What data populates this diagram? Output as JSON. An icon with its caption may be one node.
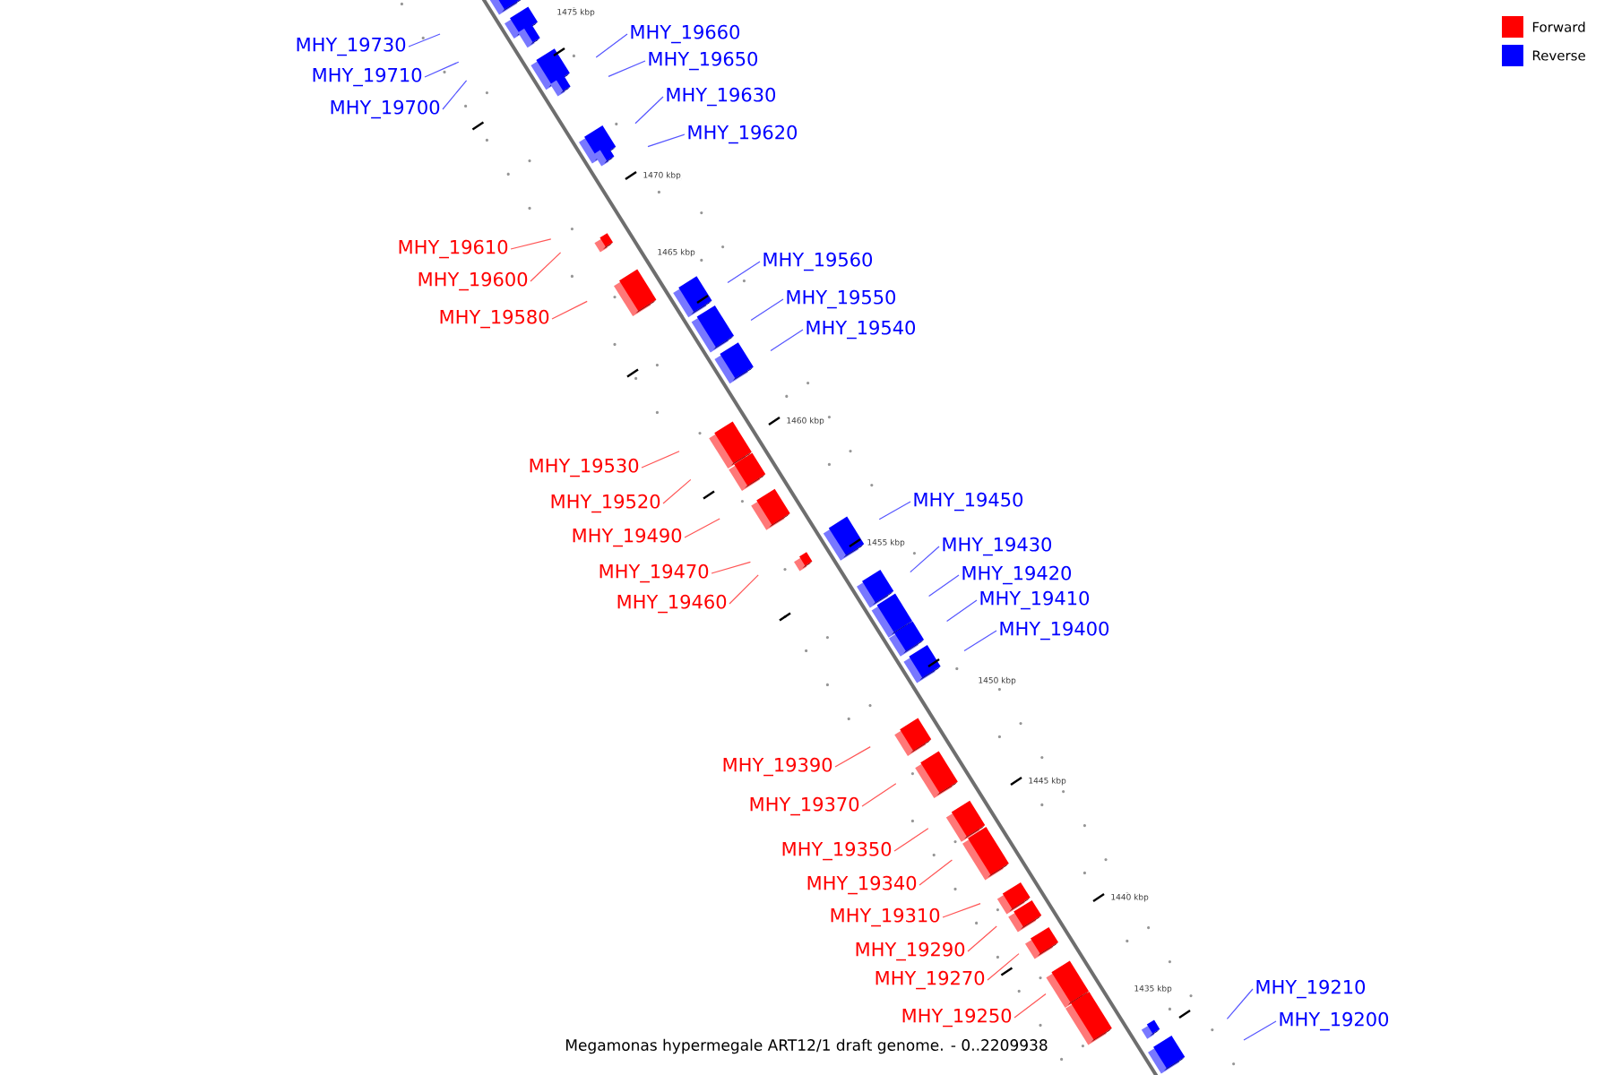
{
  "diagram": {
    "caption": "Megamonas hypermegale ART12/1 draft genome. - 0..2209938",
    "nodes": [
      {
        "text": [
          "MHY_19660"
        ]
      },
      {
        "text": [
          "MHY_19730"
        ]
      },
      {
        "text": [
          "MHY_19650"
        ]
      },
      {
        "text": [
          "MHY_19710"
        ]
      },
      {
        "text": [
          "MHY_19630"
        ]
      },
      {
        "text": [
          "MHY_19700"
        ]
      },
      {
        "text": [
          "MHY_19620"
        ]
      },
      {
        "text": [
          "MHY_19610"
        ]
      },
      {
        "text": [
          "MHY_19560"
        ]
      },
      {
        "text": [
          "MHY_19600"
        ]
      },
      {
        "text": [
          "MHY_19550"
        ]
      },
      {
        "text": [
          "MHY_19580"
        ]
      },
      {
        "text": [
          "MHY_19540"
        ]
      },
      {
        "text": [
          "MHY_19530"
        ]
      },
      {
        "text": [
          "MHY_19450"
        ]
      },
      {
        "text": [
          "MHY_19520"
        ]
      },
      {
        "text": [
          "MHY_19490"
        ]
      },
      {
        "text": [
          "MHY_19430"
        ]
      },
      {
        "text": [
          "MHY_19470"
        ]
      },
      {
        "text": [
          "MHY_19420"
        ]
      },
      {
        "text": [
          "MHY_19410"
        ]
      },
      {
        "text": [
          "MHY_19460"
        ]
      },
      {
        "text": [
          "MHY_19400"
        ]
      },
      {
        "text": [
          "MHY_19390"
        ]
      },
      {
        "text": [
          "MHY_19370"
        ]
      },
      {
        "text": [
          "MHY_19350"
        ]
      },
      {
        "text": [
          "MHY_19340"
        ]
      },
      {
        "text": [
          "MHY_19310"
        ]
      },
      {
        "text": [
          "MHY_19290"
        ]
      },
      {
        "text": [
          "MHY_19270"
        ]
      },
      {
        "text": [
          "MHY_19210"
        ]
      },
      {
        "text": [
          "MHY_19250"
        ]
      },
      {
        "text": [
          "MHY_19200"
        ]
      }
    ],
    "edges": [
      {
        "from": 0,
        "to": null,
        "arrow": "none",
        "color": "#5555ff"
      },
      {
        "from": 1,
        "to": null,
        "arrow": "none",
        "color": "#5555ff"
      },
      {
        "from": 2,
        "to": null,
        "arrow": "none",
        "color": "#5555ff"
      },
      {
        "from": 3,
        "to": null,
        "arrow": "none",
        "color": "#5555ff"
      },
      {
        "from": 4,
        "to": null,
        "arrow": "none",
        "color": "#5555ff"
      },
      {
        "from": 5,
        "to": null,
        "arrow": "none",
        "color": "#5555ff"
      },
      {
        "from": 6,
        "to": null,
        "arrow": "none",
        "color": "#5555ff"
      },
      {
        "from": 7,
        "to": null,
        "arrow": "none",
        "color": "#ff5555"
      },
      {
        "from": 8,
        "to": null,
        "arrow": "none",
        "color": "#5555ff"
      },
      {
        "from": 9,
        "to": null,
        "arrow": "none",
        "color": "#ff5555"
      },
      {
        "from": 10,
        "to": null,
        "arrow": "none",
        "color": "#5555ff"
      },
      {
        "from": 11,
        "to": null,
        "arrow": "none",
        "color": "#ff5555"
      },
      {
        "from": 12,
        "to": null,
        "arrow": "none",
        "color": "#5555ff"
      },
      {
        "from": 13,
        "to": null,
        "arrow": "none",
        "color": "#ff5555"
      },
      {
        "from": 14,
        "to": null,
        "arrow": "none",
        "color": "#5555ff"
      },
      {
        "from": 15,
        "to": null,
        "arrow": "none",
        "color": "#ff5555"
      },
      {
        "from": 16,
        "to": null,
        "arrow": "none",
        "color": "#ff5555"
      },
      {
        "from": 17,
        "to": null,
        "arrow": "none",
        "color": "#5555ff"
      },
      {
        "from": 18,
        "to": null,
        "arrow": "none",
        "color": "#ff5555"
      },
      {
        "from": 19,
        "to": null,
        "arrow": "none",
        "color": "#5555ff"
      },
      {
        "from": 20,
        "to": null,
        "arrow": "none",
        "color": "#5555ff"
      },
      {
        "from": 21,
        "to": null,
        "arrow": "none",
        "color": "#ff5555"
      },
      {
        "from": 22,
        "to": null,
        "arrow": "none",
        "color": "#5555ff"
      },
      {
        "from": 23,
        "to": null,
        "arrow": "none",
        "color": "#ff5555"
      },
      {
        "from": 24,
        "to": null,
        "arrow": "none",
        "color": "#ff5555"
      },
      {
        "from": 25,
        "to": null,
        "arrow": "none",
        "color": "#ff5555"
      },
      {
        "from": 26,
        "to": null,
        "arrow": "none",
        "color": "#ff5555"
      },
      {
        "from": 27,
        "to": null,
        "arrow": "none",
        "color": "#ff5555"
      },
      {
        "from": 28,
        "to": null,
        "arrow": "none",
        "color": "#ff5555"
      },
      {
        "from": 29,
        "to": null,
        "arrow": "none",
        "color": "#ff5555"
      },
      {
        "from": 30,
        "to": null,
        "arrow": "none",
        "color": "#5555ff"
      },
      {
        "from": 31,
        "to": null,
        "arrow": "none",
        "color": "#ff5555"
      },
      {
        "from": 32,
        "to": null,
        "arrow": "none",
        "color": "#5555ff"
      }
    ],
    "labels": [
      "1475 kbp",
      "1470 kbp",
      "1465 kbp",
      "1460 kbp",
      "1455 kbp",
      "1450 kbp",
      "1445 kbp",
      "1440 kbp",
      "1435 kbp"
    ],
    "legend": [
      {
        "text": "Forward",
        "color": "#ff0000"
      },
      {
        "text": "Reverse",
        "color": "#0000ff"
      }
    ]
  }
}
